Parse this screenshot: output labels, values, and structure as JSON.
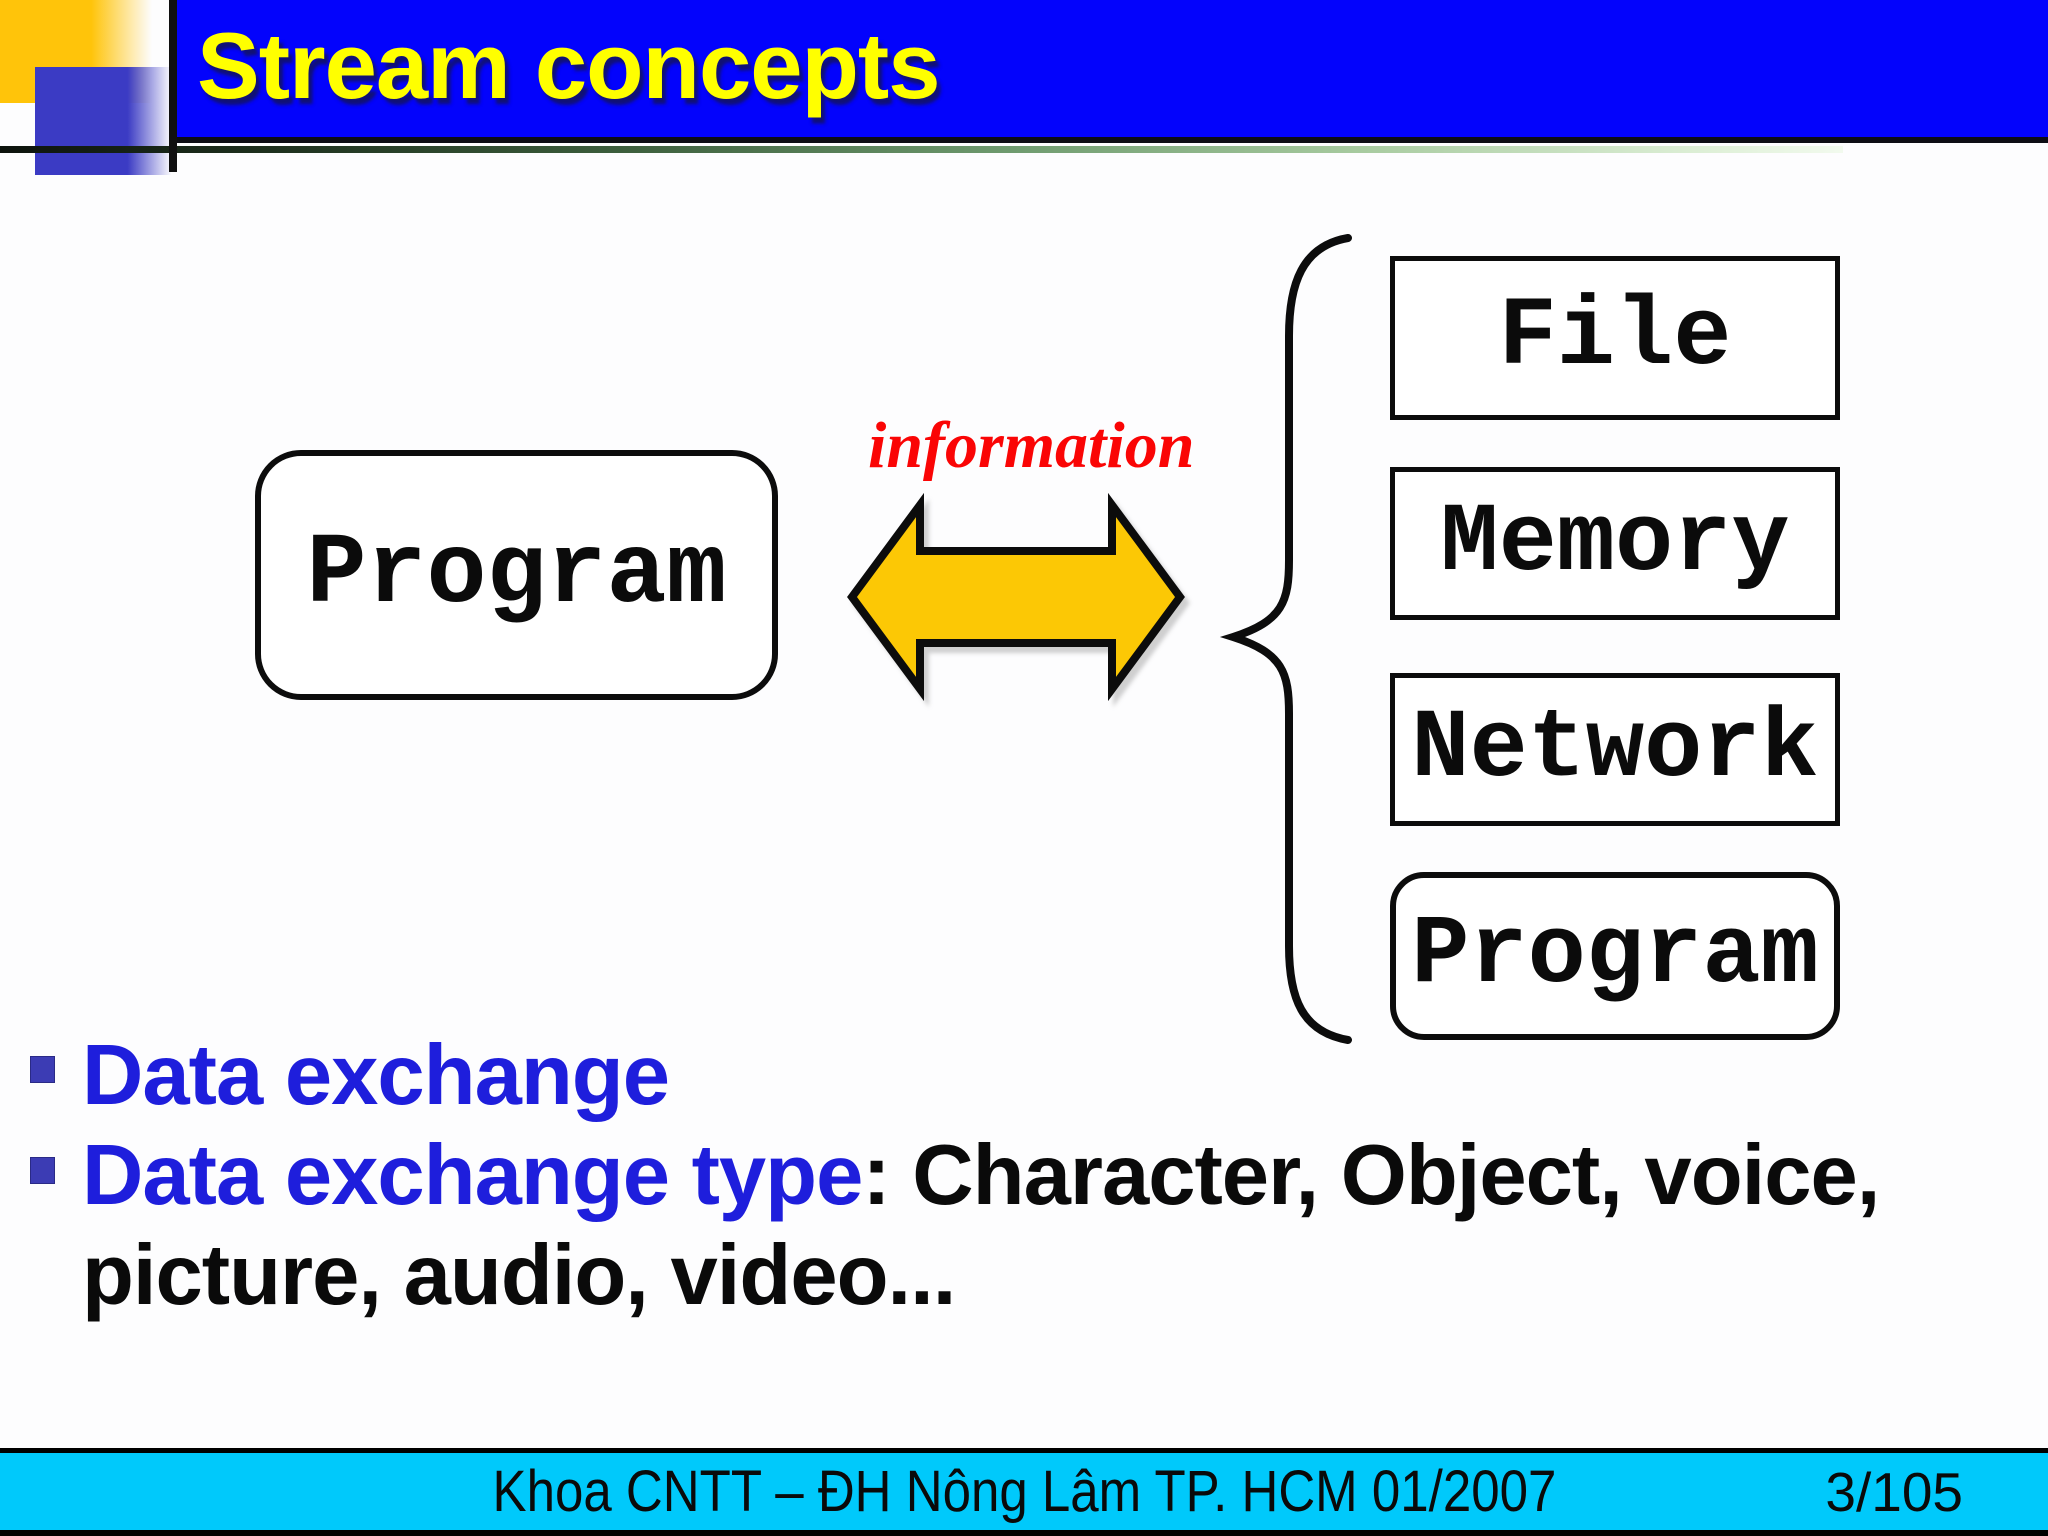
{
  "header": {
    "title": "Stream concepts"
  },
  "diagram": {
    "program_box": "Program",
    "flow_label": "information",
    "targets": [
      {
        "label": "File"
      },
      {
        "label": "Memory"
      },
      {
        "label": "Network"
      },
      {
        "label": "Program"
      }
    ]
  },
  "bullets": {
    "item1": "Data exchange",
    "item2_lead": "Data exchange type",
    "item2_rest": ": Character, Object, voice,",
    "item2_line2": "picture, audio, video..."
  },
  "footer": {
    "text": "Khoa CNTT – ĐH Nông Lâm TP. HCM 01/2007",
    "page": "3/105"
  },
  "colors": {
    "title_bar": "#0303FC",
    "title_text": "#FFFF00",
    "accent_blue_text": "#1E1EDC",
    "information_red": "#FA0505",
    "arrow_yellow": "#FCC805",
    "footer_cyan": "#00C9FB",
    "decor_yellow": "#FFC40A",
    "decor_blue": "#3B3BC4",
    "green_line_dark": "#1D2F1D",
    "green_line_light": "#DFF0D8"
  }
}
